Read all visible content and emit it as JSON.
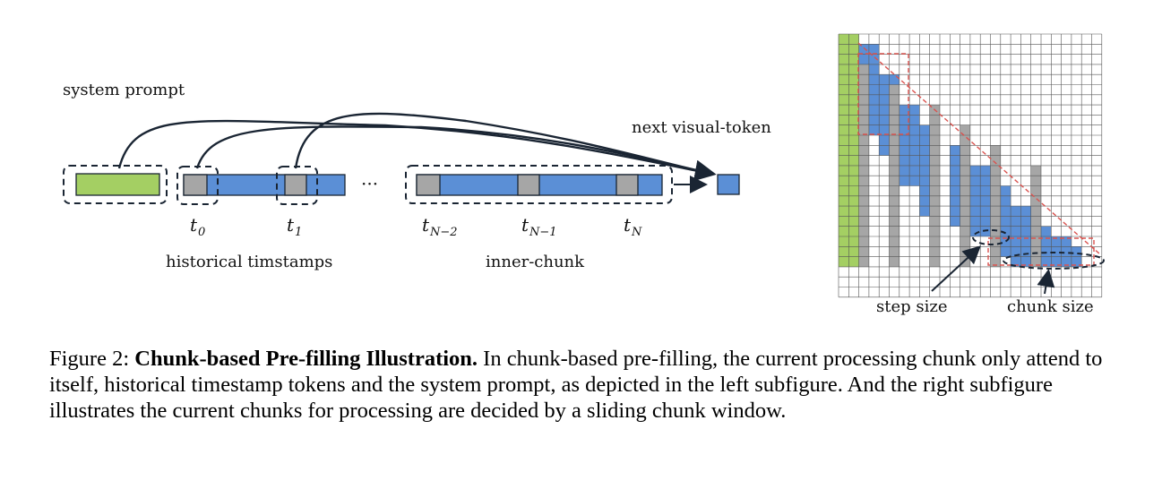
{
  "left": {
    "system_prompt_label": "system prompt",
    "next_token_label": "next visual-token",
    "ellipsis": "···",
    "historical_label": "historical timstamps",
    "inner_chunk_label": "inner-chunk",
    "t_labels": [
      {
        "base": "t",
        "sub": "0"
      },
      {
        "base": "t",
        "sub": "1"
      },
      {
        "base": "t",
        "sub": "N−2"
      },
      {
        "base": "t",
        "sub": "N−1"
      },
      {
        "base": "t",
        "sub": "N"
      }
    ]
  },
  "right": {
    "step_size_label": "step size",
    "chunk_size_label": "chunk size"
  },
  "colors": {
    "green": "#a4cf63",
    "blue": "#5b8fd6",
    "gray": "#a6a6a6",
    "outline": "#1a2533",
    "red_dashed": "#d9534f"
  },
  "caption": {
    "prefix": "Figure 2: ",
    "bold": "Chunk-based Pre-filling Illustration.",
    "text": " In chunk-based pre-filling, the current processing chunk only attend to itself, historical timestamp tokens and the system prompt, as depicted in the left subfigure. And the right subfigure illustrates the current chunks for processing are decided by a sliding chunk window."
  }
}
